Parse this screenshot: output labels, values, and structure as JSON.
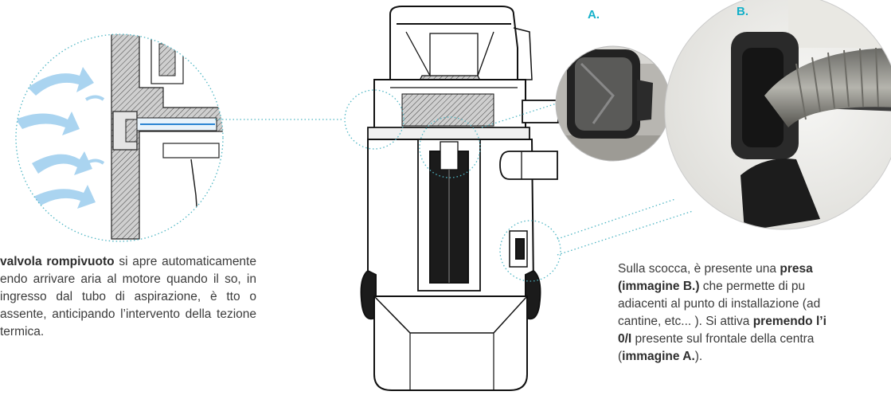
{
  "labels": {
    "a": "A.",
    "b": "B."
  },
  "left_paragraph": {
    "bold_1": "valvola rompivuoto",
    "text_1": " si apre automaticamente ",
    "line_2": "endo arrivare aria al motore quando il",
    "line_3": "so, in ingresso dal tubo di aspirazione, è",
    "line_4": "tto o assente, anticipando l’intervento della",
    "line_5": "tezione termica."
  },
  "right_paragraph": {
    "l1_text": "Sulla scocca, è presente una ",
    "l1_bold": "presa",
    "l2_bold": "(immagine B.)",
    "l2_text": " che permette di pu",
    "l3_text": "adiacenti al punto di installazione (ad",
    "l4_text": "cantine, etc... ). Si attiva ",
    "l4_bold": "premendo l’i",
    "l5_bold": "0/I",
    "l5_text": " presente sul frontale della centra",
    "l6_open": "(",
    "l6_bold": "immagine A.",
    "l6_close": ")."
  },
  "colors": {
    "accent": "#13b0c9",
    "arrow": "#aad4f0",
    "dotted": "#4fb6c4",
    "line": "#111111"
  }
}
